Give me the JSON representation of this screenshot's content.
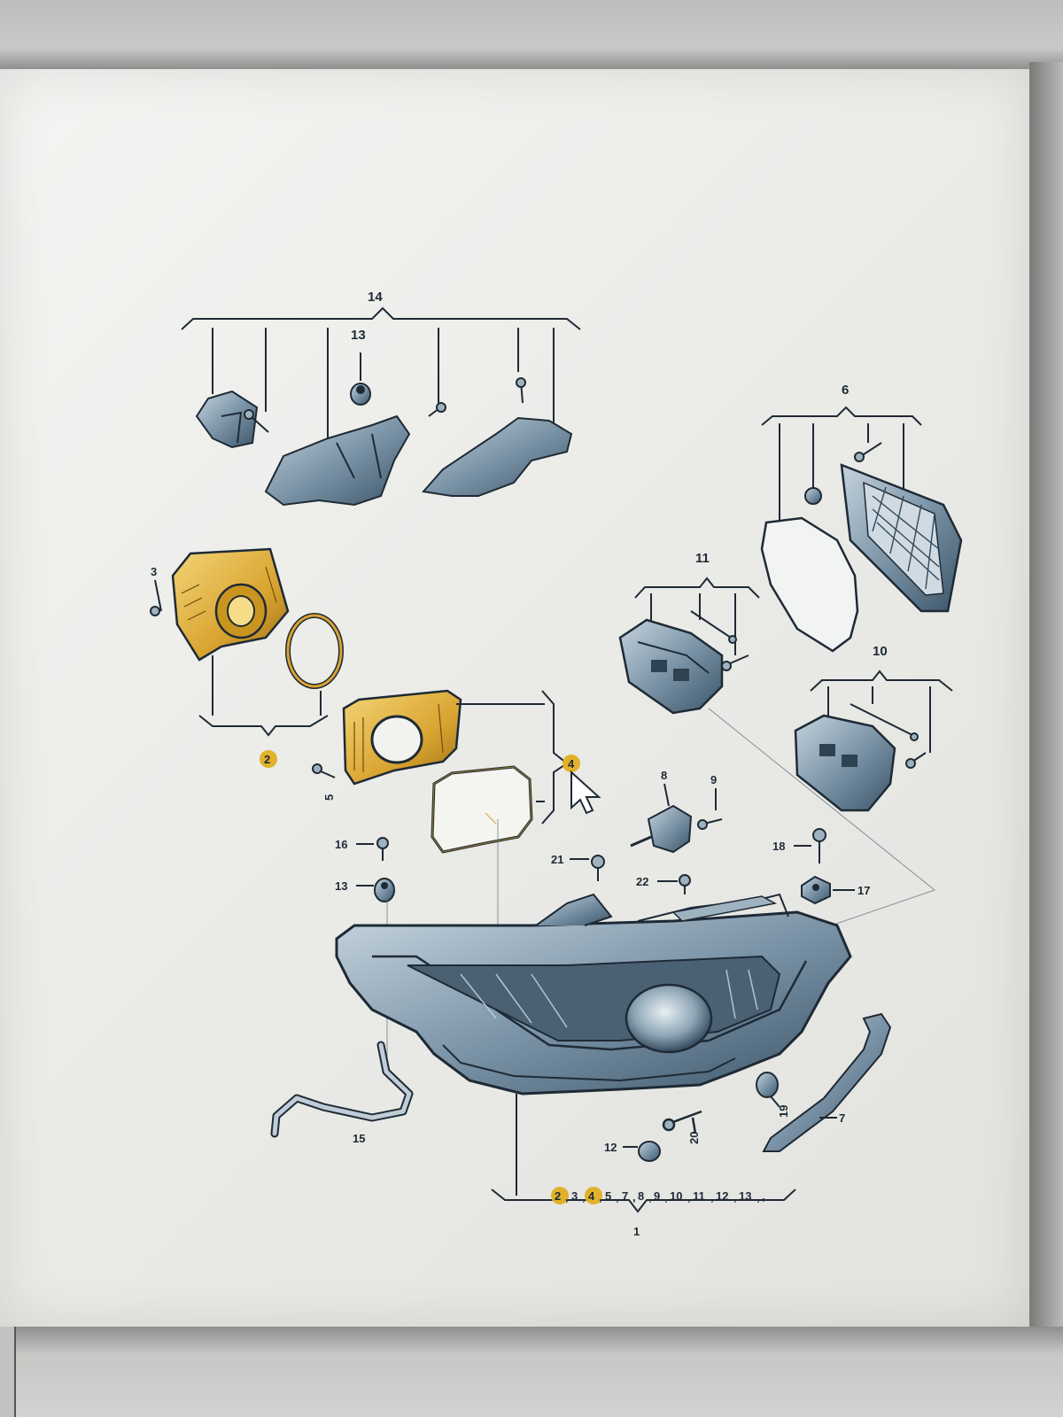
{
  "diagram": {
    "callouts": {
      "c14": "14",
      "c13_top": "13",
      "c6": "6",
      "c11": "11",
      "c3": "3",
      "c10": "10",
      "c2": "2",
      "c4": "4",
      "c5": "5",
      "c8": "8",
      "c9": "9",
      "c16": "16",
      "c13_mid": "13",
      "c21": "21",
      "c22": "22",
      "c18": "18",
      "c17": "17",
      "c19": "19",
      "c7": "7",
      "c20": "20",
      "c12": "12",
      "c15": "15",
      "c1": "1"
    },
    "parts_list": [
      "2",
      "3",
      "4",
      "5",
      "7",
      "8",
      "9",
      "10",
      "11",
      "12",
      "13",
      ","
    ],
    "highlight_color": "#e0b12a",
    "line_color": "#1e2a35",
    "part_fill": "#8aa0b0"
  }
}
